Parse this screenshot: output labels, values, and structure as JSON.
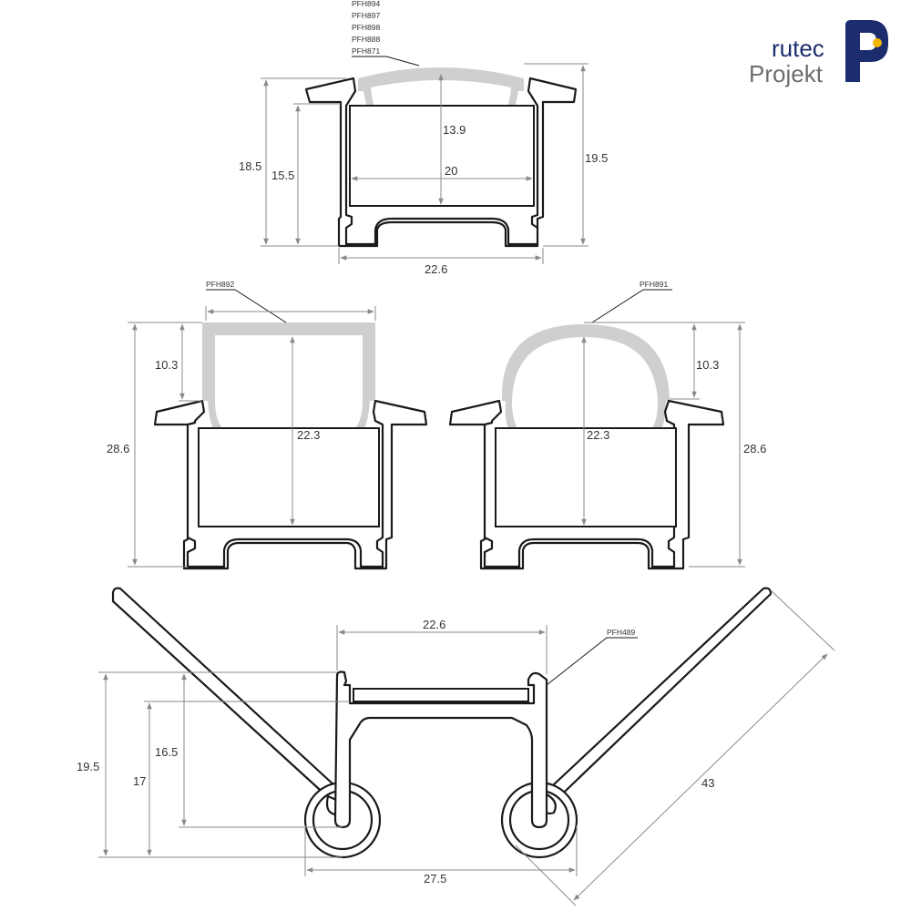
{
  "brand": {
    "line1": "rutec",
    "line2": "Projekt",
    "color_primary": "#1c2d6e",
    "color_secondary": "#6d6d6d",
    "color_accent": "#f2b705"
  },
  "colors": {
    "profile_stroke": "#1a1a1a",
    "diffuser_fill": "#cfcfcf",
    "dimension_line": "#8a8a8a"
  },
  "top_profile": {
    "refs": [
      "PFH894",
      "PFH897",
      "PFH898",
      "PFH888",
      "PFH871"
    ],
    "dims": {
      "height_outer": "18.5",
      "height_inner": "15.5",
      "height_total": "19.5",
      "diffuser_depth": "13.9",
      "inner_width": "20",
      "base_width": "22.6"
    }
  },
  "left_profile": {
    "ref": "PFH892",
    "dims": {
      "height_total": "28.6",
      "diffuser_height": "10.3",
      "inner_depth": "22.3"
    }
  },
  "right_profile": {
    "ref": "PFH891",
    "dims": {
      "height_total": "28.6",
      "diffuser_height": "10.3",
      "inner_depth": "22.3"
    }
  },
  "bottom_profile": {
    "ref": "PFH489",
    "dims": {
      "top_width": "22.6",
      "height_total": "19.5",
      "height_17": "17",
      "height_16_5": "16.5",
      "base_width": "27.5",
      "wing_length": "43"
    }
  }
}
